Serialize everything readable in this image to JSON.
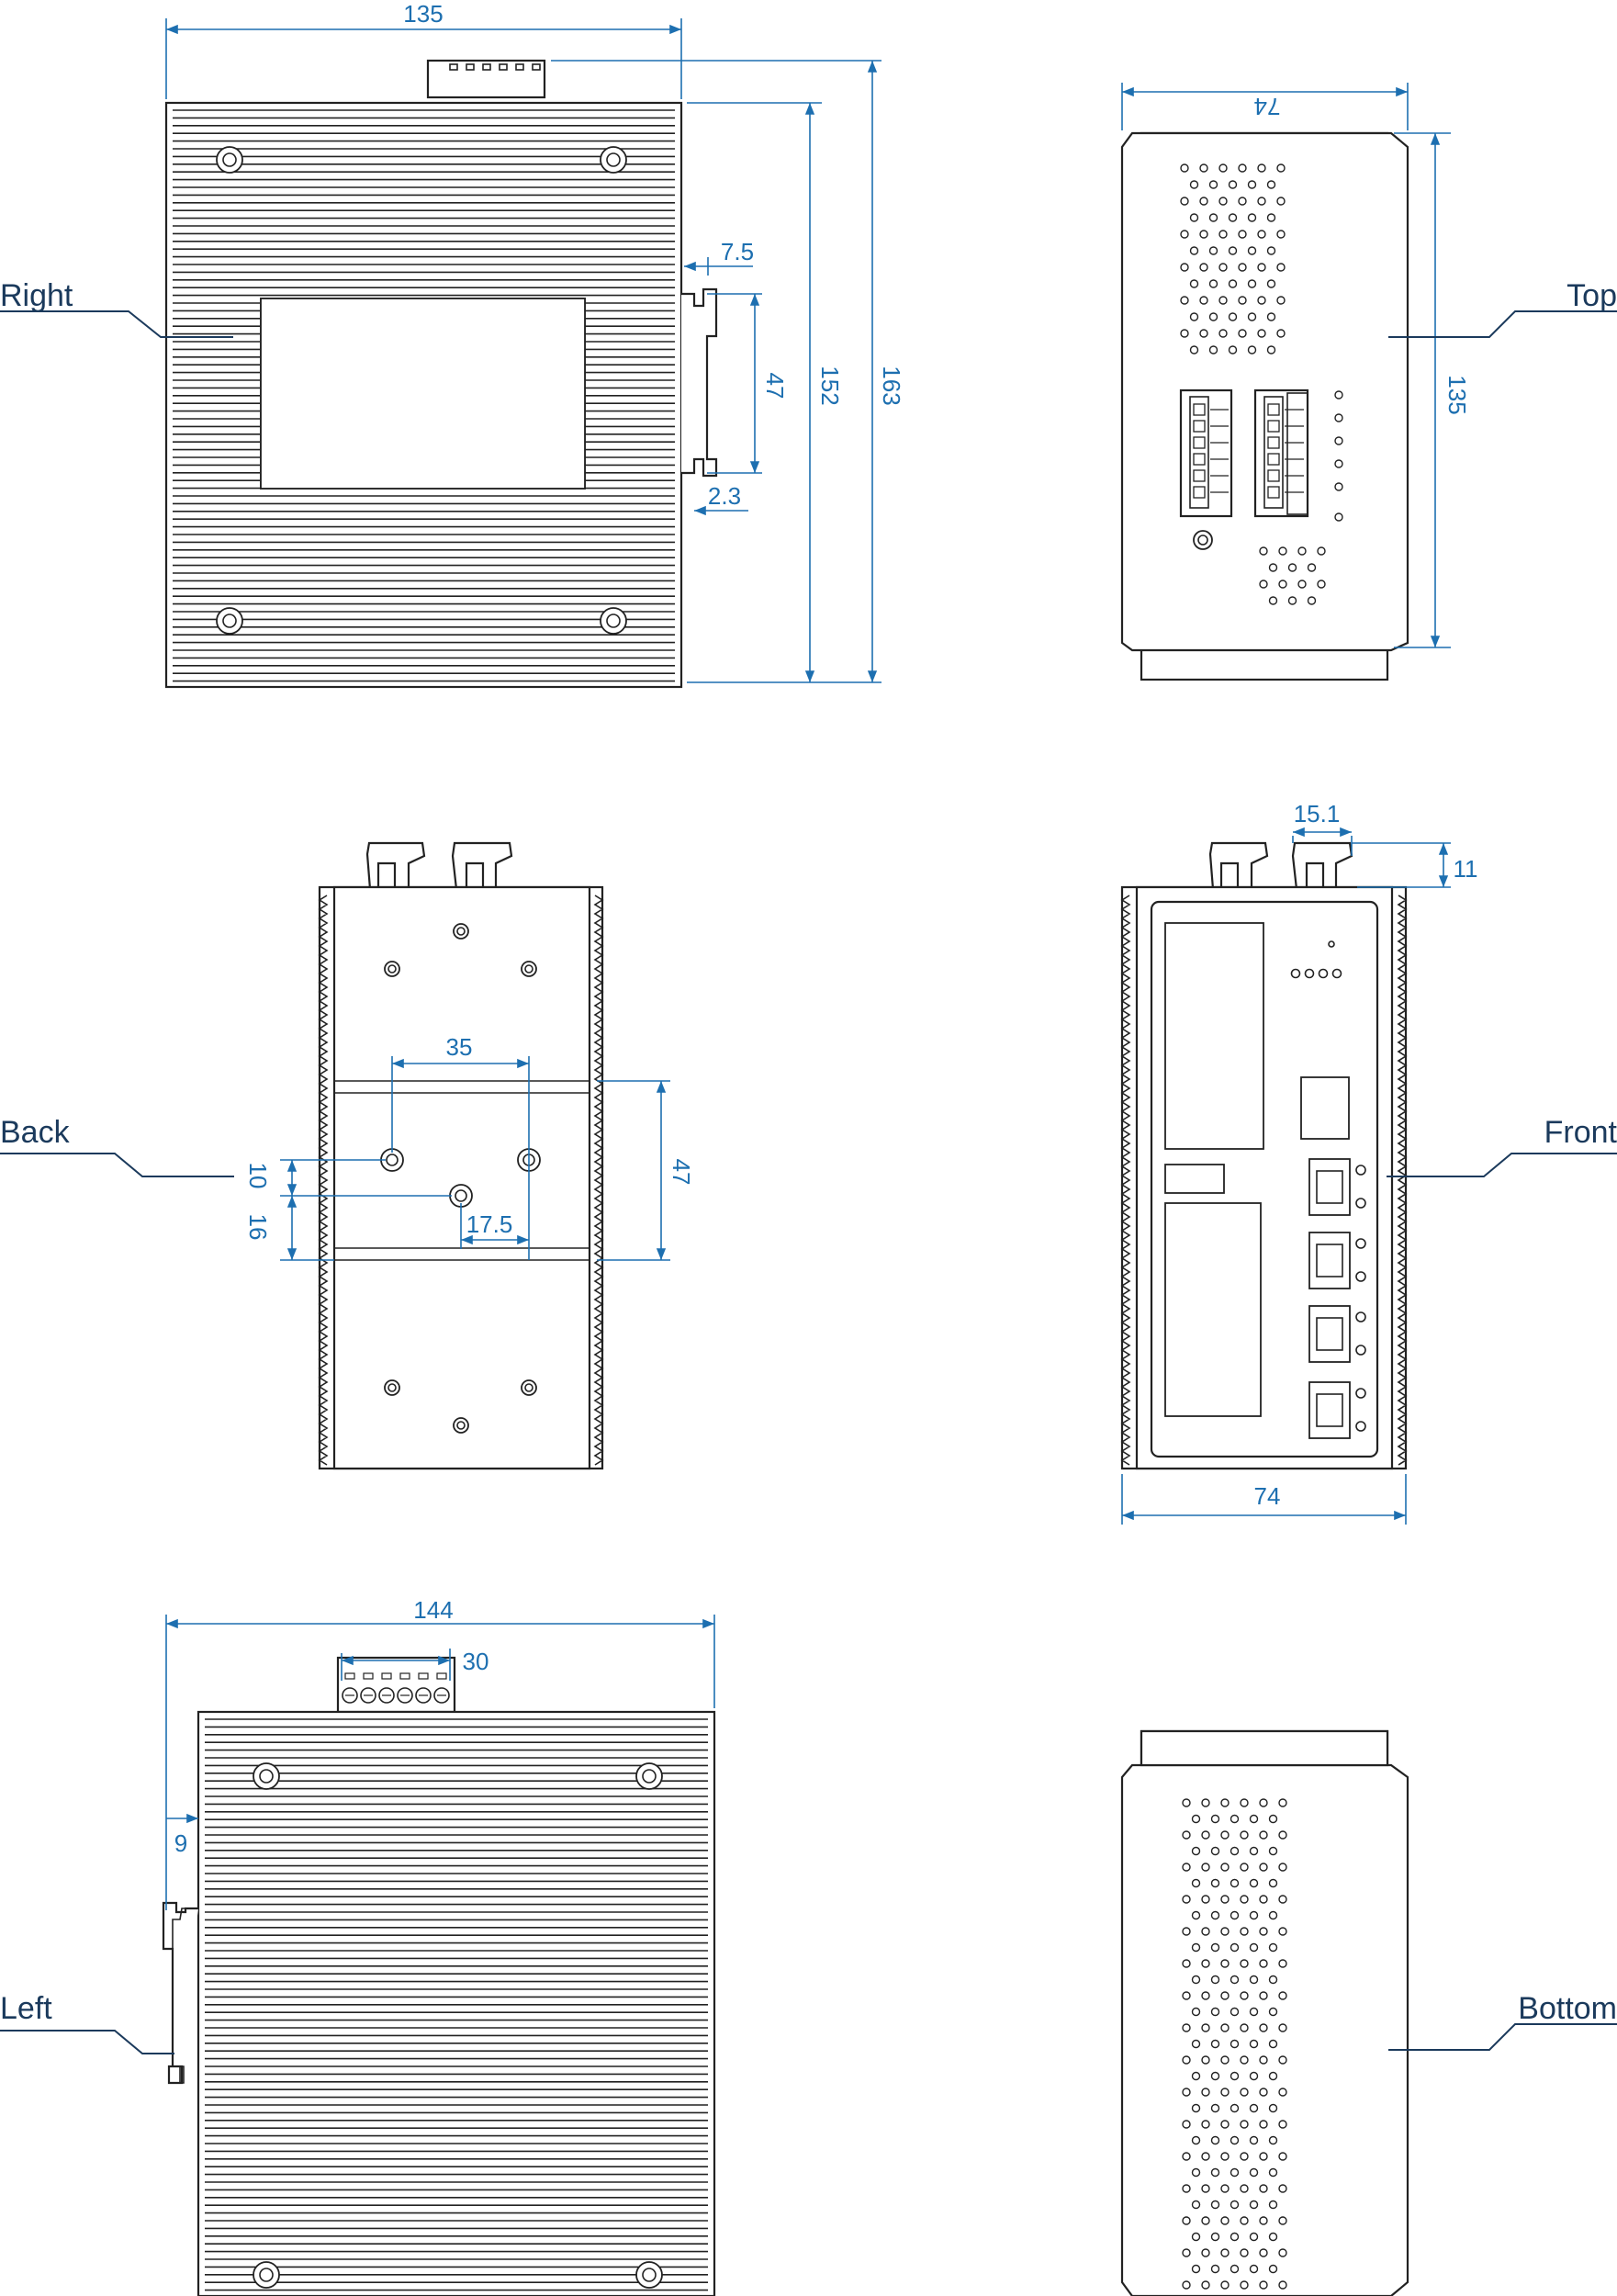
{
  "views": {
    "right": {
      "label": "Right",
      "dims": {
        "width": "135",
        "din_offset": "7.5",
        "din_height": "47",
        "din_depth": "2.3",
        "body_height": "152",
        "total_height": "163"
      }
    },
    "top": {
      "label": "Top",
      "dims": {
        "width": "74",
        "length": "135"
      }
    },
    "back": {
      "label": "Back",
      "dims": {
        "hole_spacing": "35",
        "rail_height": "47",
        "offset_10": "10",
        "offset_16": "16",
        "half_spacing": "17.5"
      }
    },
    "front": {
      "label": "Front",
      "dims": {
        "connector_width": "15.1",
        "connector_height": "11",
        "width": "74"
      }
    },
    "left": {
      "label": "Left",
      "dims": {
        "width": "144",
        "terminal_width": "30",
        "din_offset": "9"
      }
    },
    "bottom": {
      "label": "Bottom"
    }
  },
  "colors": {
    "dimension": "#1d6fb0",
    "label": "#1b3a5c",
    "outline": "#222222"
  }
}
